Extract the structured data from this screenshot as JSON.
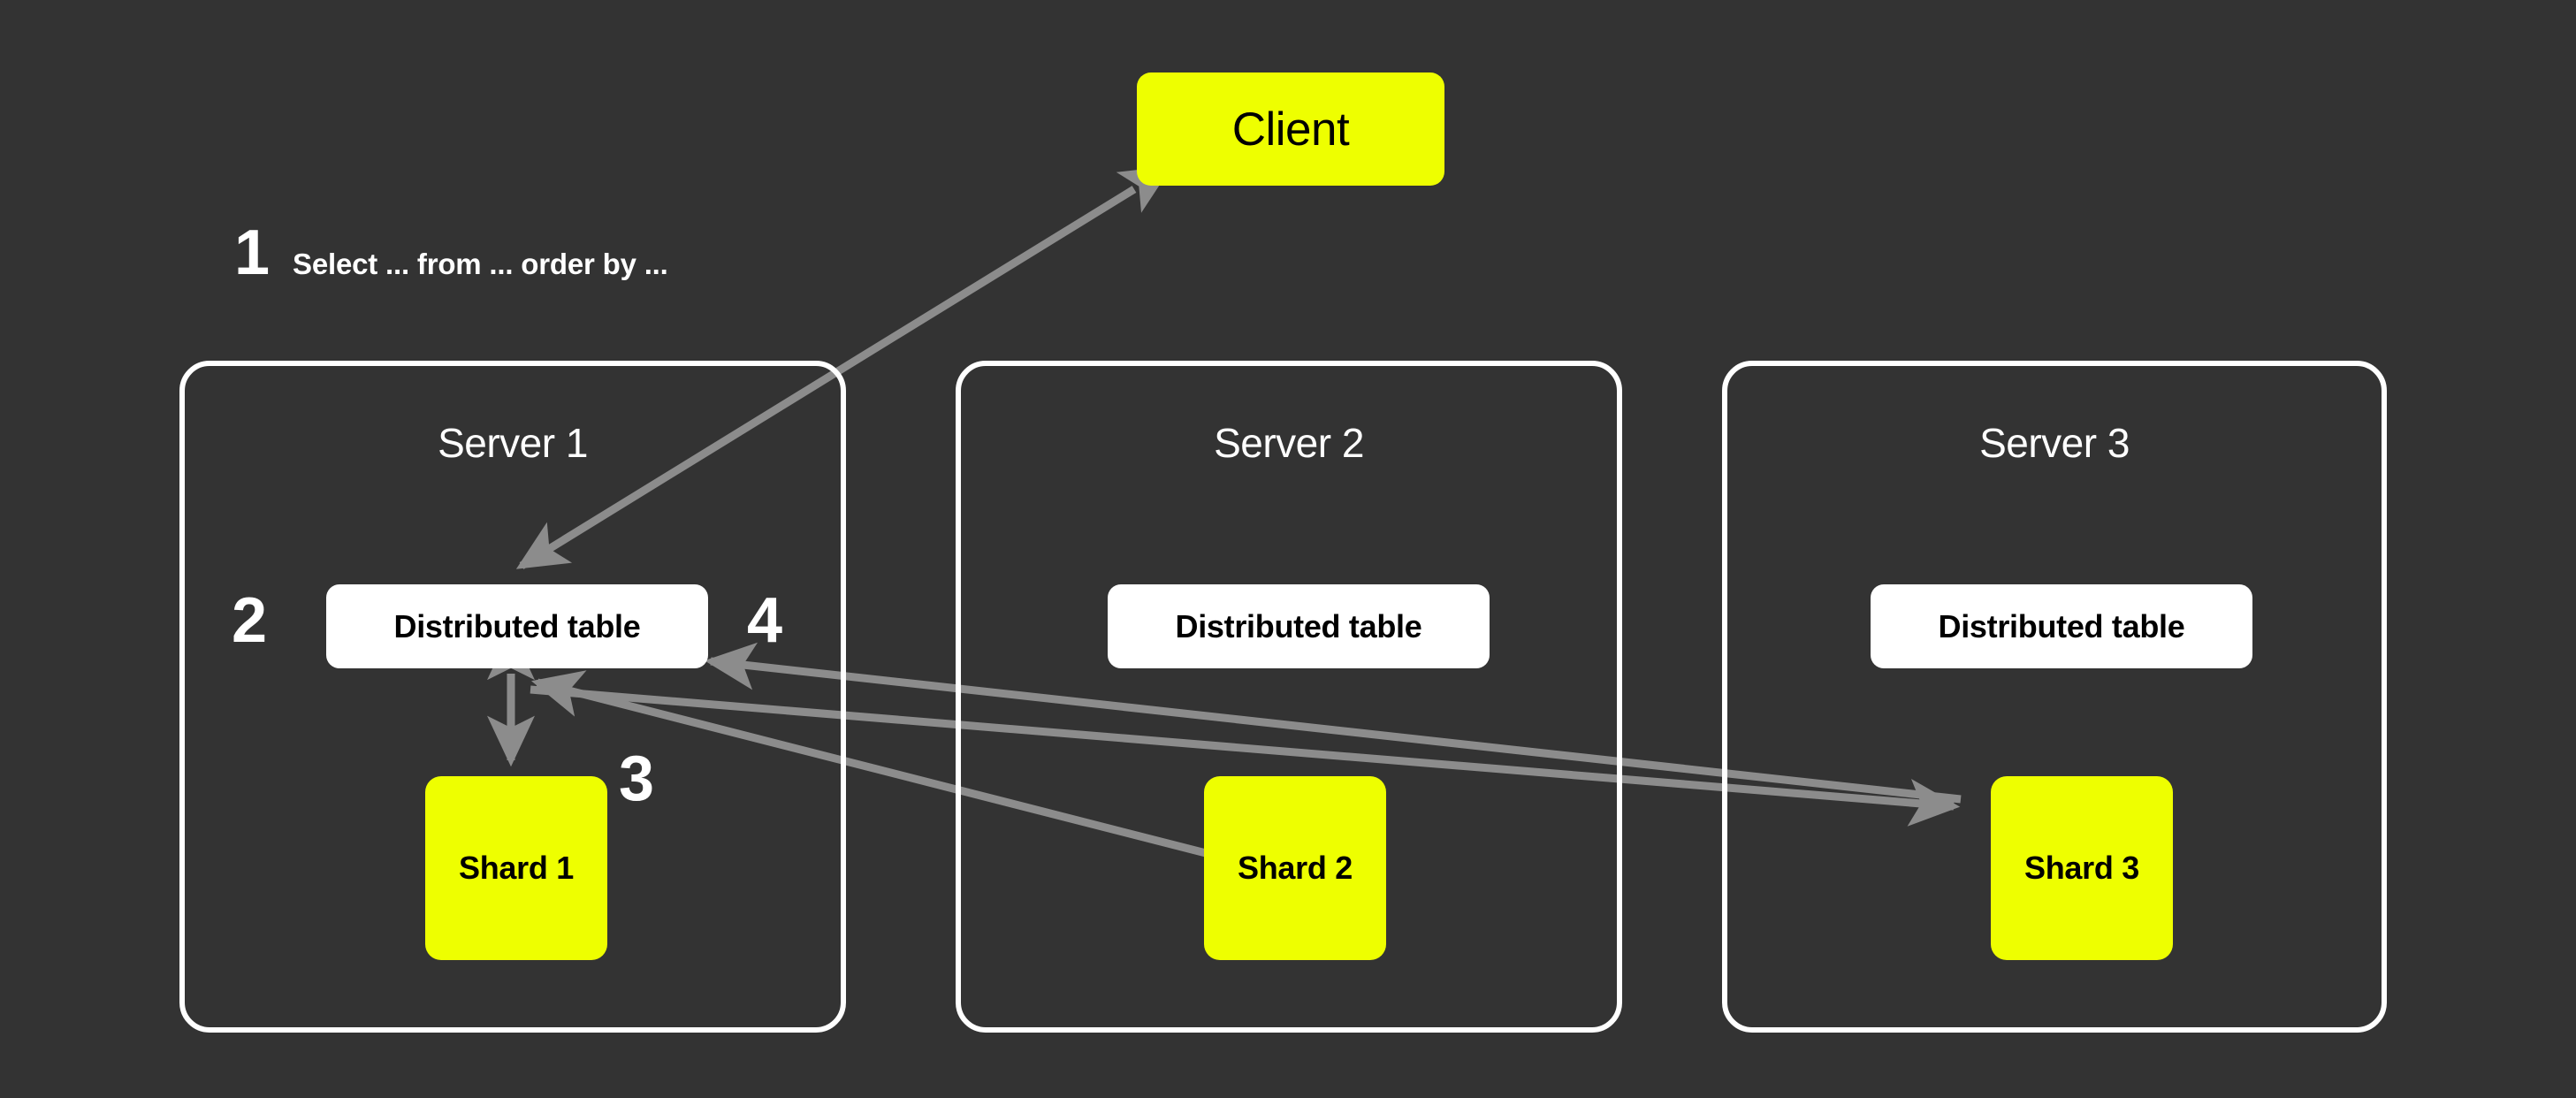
{
  "diagram": {
    "title": "Distributed query execution across sharded servers",
    "background_color": "#333333",
    "accent_color": "#EEFF00",
    "node_border_color": "#FFFFFF",
    "arrow_color": "#8C8C8C",
    "client": {
      "label": "Client"
    },
    "query": {
      "step": "1",
      "text": "Select ... from ... order by ..."
    },
    "steps": {
      "step2": "2",
      "step3": "3",
      "step4": "4"
    },
    "servers": [
      {
        "title": "Server 1",
        "distributed_table": "Distributed table",
        "shard": "Shard 1"
      },
      {
        "title": "Server 2",
        "distributed_table": "Distributed table",
        "shard": "Shard 2"
      },
      {
        "title": "Server 3",
        "distributed_table": "Distributed table",
        "shard": "Shard 3"
      }
    ],
    "connections": [
      {
        "name": "client-to-distributed-table",
        "step": "1",
        "from": "Client",
        "to": "Server 1 Distributed table",
        "direction": "bidirectional"
      },
      {
        "name": "distributed-table-to-shard-1",
        "step": "2",
        "from": "Server 1 Distributed table",
        "to": "Shard 1",
        "direction": "bidirectional"
      },
      {
        "name": "distributed-table-to-shard-2",
        "step": "3",
        "from": "Server 1 Distributed table",
        "to": "Shard 2",
        "direction": "bidirectional"
      },
      {
        "name": "distributed-table-to-shard-3",
        "step": "4",
        "from": "Server 1 Distributed table",
        "to": "Shard 3",
        "direction": "bidirectional"
      }
    ]
  }
}
